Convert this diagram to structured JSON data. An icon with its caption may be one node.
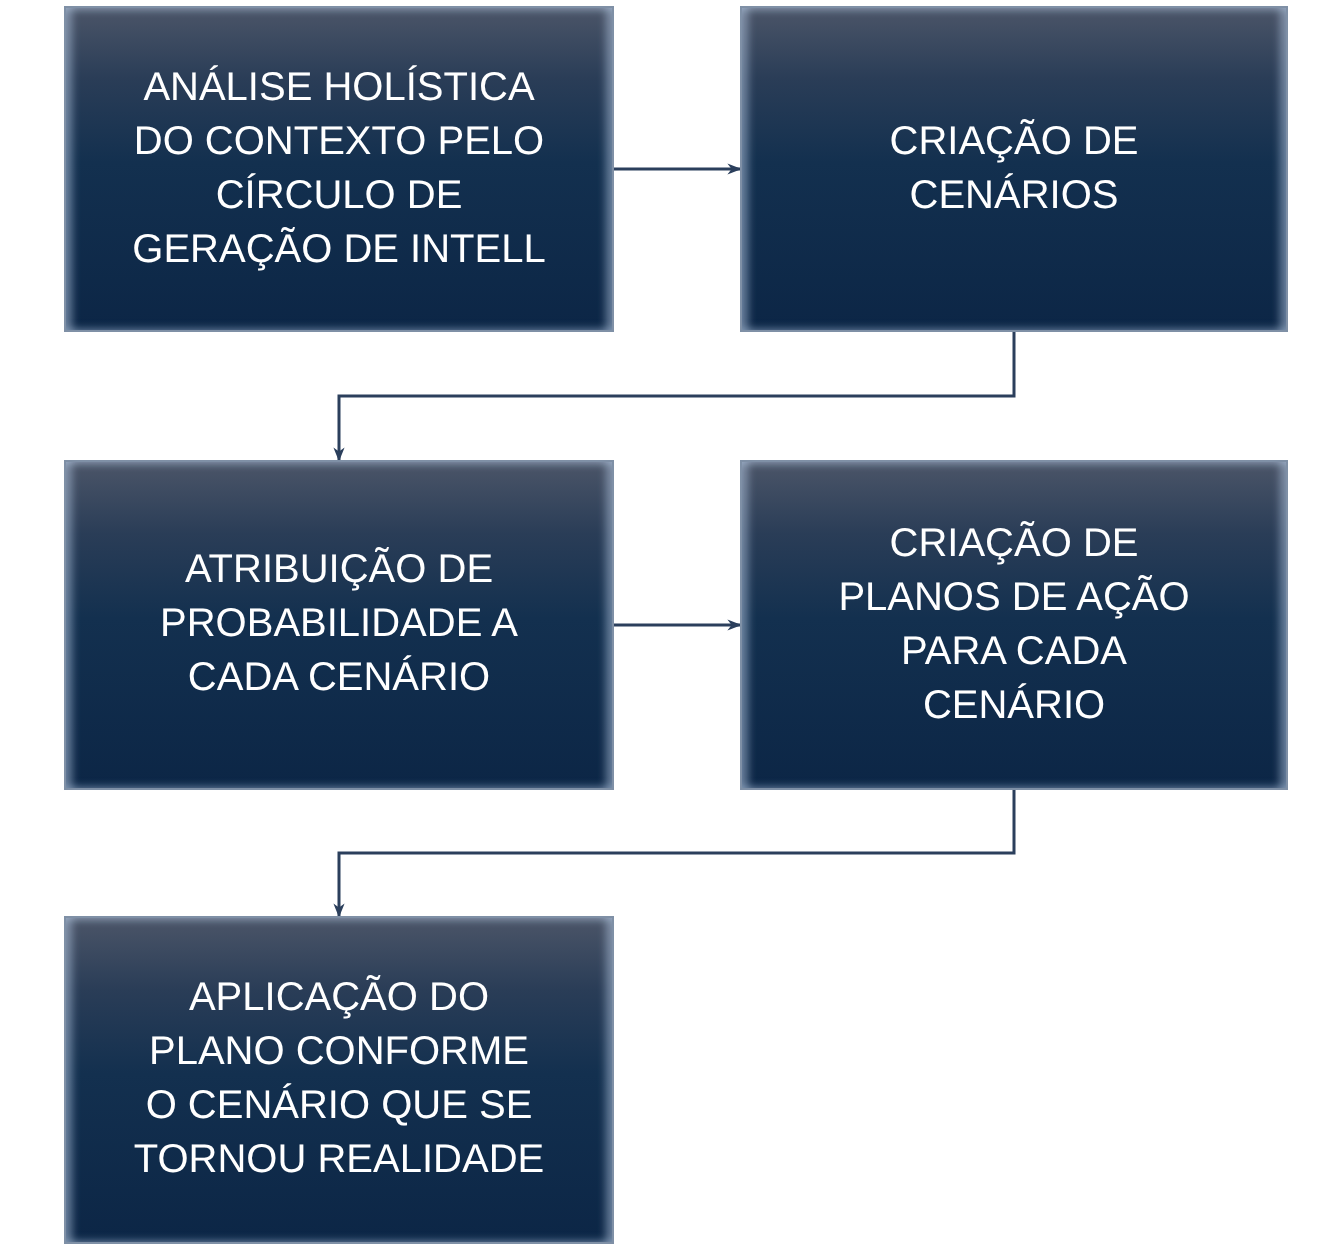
{
  "diagram": {
    "nodes": [
      {
        "text": [
          "ANÁLISE HOLÍSTICA DO CONTEXTO PELO CÍRCULO DE GERAÇÃO DE INTELL"
        ]
      },
      {
        "text": [
          "CRIAÇÃO DE CENÁRIOS"
        ]
      },
      {
        "text": [
          "ATRIBUIÇÃO DE PROBABILIDADE A CADA CENÁRIO"
        ]
      },
      {
        "text": [
          "CRIAÇÃO DE PLANOS DE AÇÃO PARA CADA CENÁRIO"
        ]
      },
      {
        "text": [
          "APLICAÇÃO DO PLANO CONFORME O CENÁRIO QUE SE TORNOU REALIDADE"
        ]
      }
    ],
    "edges": [
      {
        "from": 0,
        "to": 1,
        "arrow": "to"
      },
      {
        "from": 1,
        "to": 2,
        "arrow": "to"
      },
      {
        "from": 2,
        "to": 3,
        "arrow": "to"
      },
      {
        "from": 3,
        "to": 4,
        "arrow": "to"
      }
    ]
  }
}
